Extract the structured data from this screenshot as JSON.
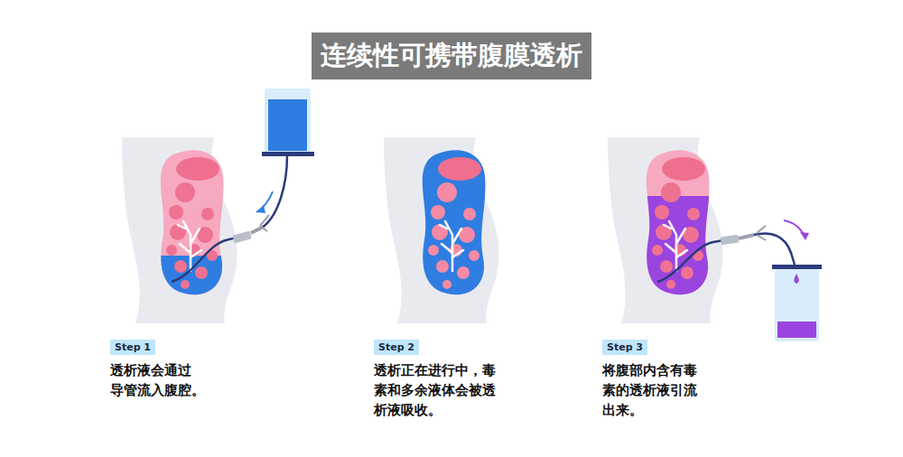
{
  "diagram": {
    "title": "连续性可携带腹膜透析",
    "nodes": [
      {
        "text": [
          "Step 1"
        ]
      },
      {
        "text": [
          "Step 2"
        ]
      },
      {
        "text": [
          "Step 3"
        ]
      }
    ],
    "labels": [
      "透析液会通过 导管流入腹腔。",
      "透析正在进行中，毒 素和多余液体会被透 析液吸收。",
      "将腹部内含有毒 素的透析液引流 出来。"
    ]
  }
}
